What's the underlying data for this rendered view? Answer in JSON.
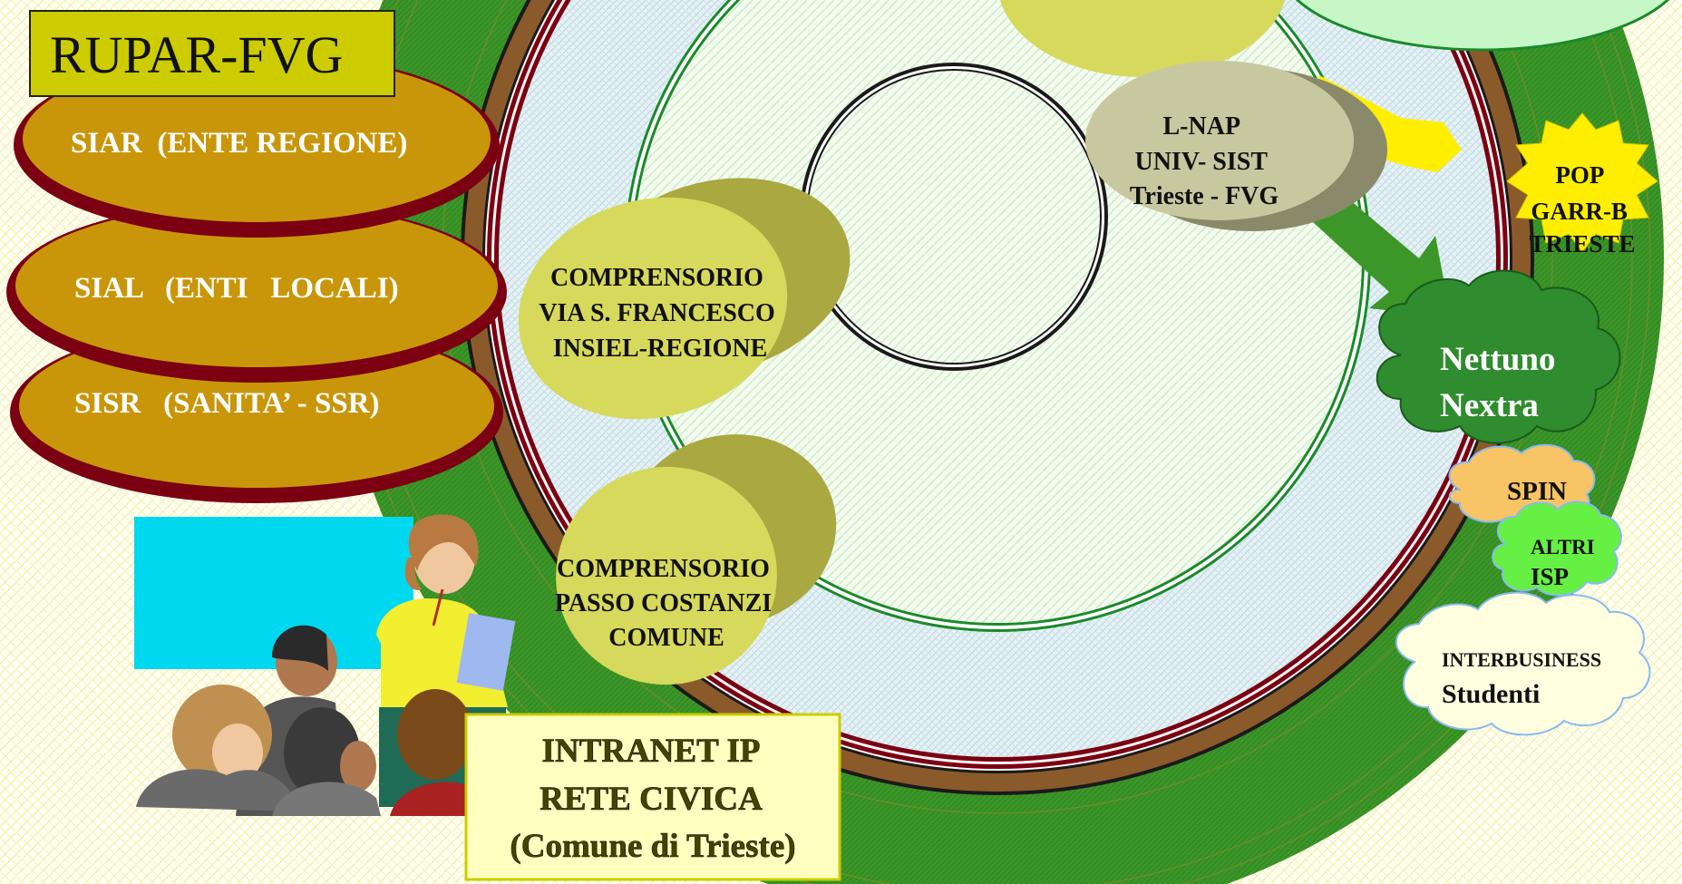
{
  "title": "RUPAR-FVG",
  "systems": [
    {
      "label": "SIAR  (ENTE REGIONE)"
    },
    {
      "label": "SIAL   (ENTI   LOCALI)"
    },
    {
      "label": "SISR   (SANITA’ - SSR)"
    }
  ],
  "comprensorio_sf": [
    "COMPRENSORIO",
    "VIA S. FRANCESCO",
    "INSIEL-REGIONE"
  ],
  "comprensorio_pc": [
    "COMPRENSORIO",
    "PASSO COSTANZI",
    "COMUNE"
  ],
  "lnap": [
    "L-NAP",
    "UNIV- SIST",
    "Trieste - FVG"
  ],
  "pop": [
    "POP",
    "GARR-B",
    "TRIESTE"
  ],
  "nettuno": [
    "Nettuno",
    "Nextra"
  ],
  "spin": "SPIN",
  "altri": [
    "ALTRI",
    "ISP"
  ],
  "interbusiness": [
    "INTERBUSINESS",
    "Studenti"
  ],
  "intranet": [
    "INTRANET IP",
    "RETE CIVICA",
    "(Comune di Trieste)"
  ],
  "colors": {
    "background": "#fffff0",
    "outer_ring": "#3c9628",
    "brown_ring": "#8b5a2b",
    "dark_red": "#7a0012",
    "olive": "#d6d95c",
    "gold": "#c9960a",
    "title_box": "#cccc00",
    "cyan": "#00d8f0"
  }
}
